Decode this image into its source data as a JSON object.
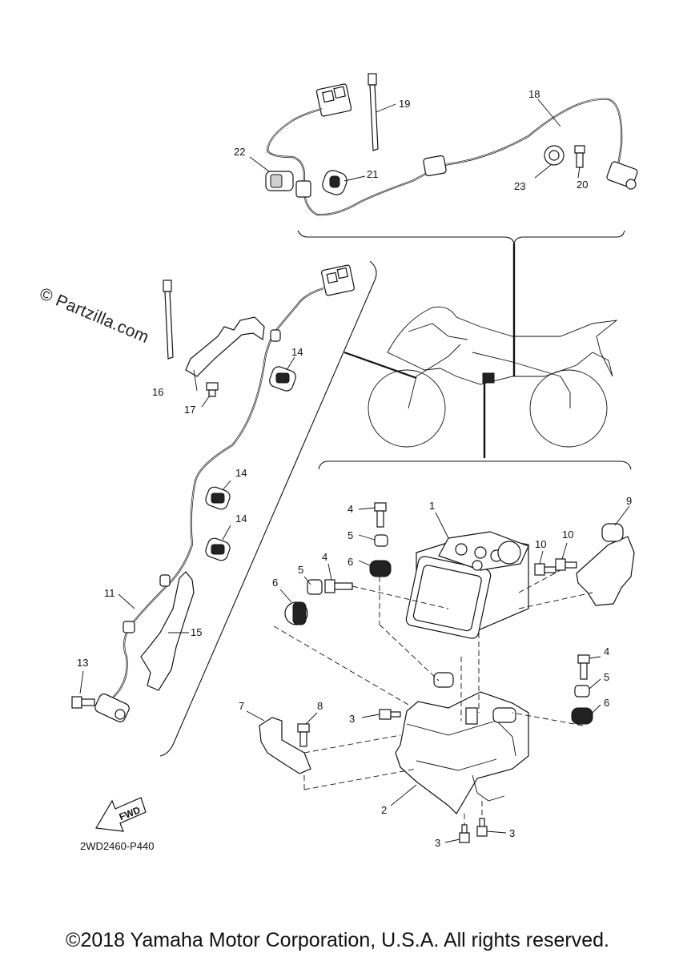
{
  "watermark": "© Partzilla.com",
  "diagram_code": "2WD2460-P440",
  "copyright": "©2018 Yamaha Motor Corporation, U.S.A. All rights reserved.",
  "fwd_label": "FWD",
  "callouts": {
    "c1": "1",
    "c2": "2",
    "c3a": "3",
    "c3b": "3",
    "c3c": "3",
    "c4a": "4",
    "c4b": "4",
    "c4c": "4",
    "c5a": "5",
    "c5b": "5",
    "c5c": "5",
    "c6a": "6",
    "c6b": "6",
    "c6c": "6",
    "c7": "7",
    "c8": "8",
    "c9": "9",
    "c10a": "10",
    "c10b": "10",
    "c11": "11",
    "c13": "13",
    "c14a": "14",
    "c14b": "14",
    "c14c": "14",
    "c15": "15",
    "c16": "16",
    "c17": "17",
    "c18": "18",
    "c19": "19",
    "c20": "20",
    "c21": "21",
    "c22": "22",
    "c23": "23"
  }
}
